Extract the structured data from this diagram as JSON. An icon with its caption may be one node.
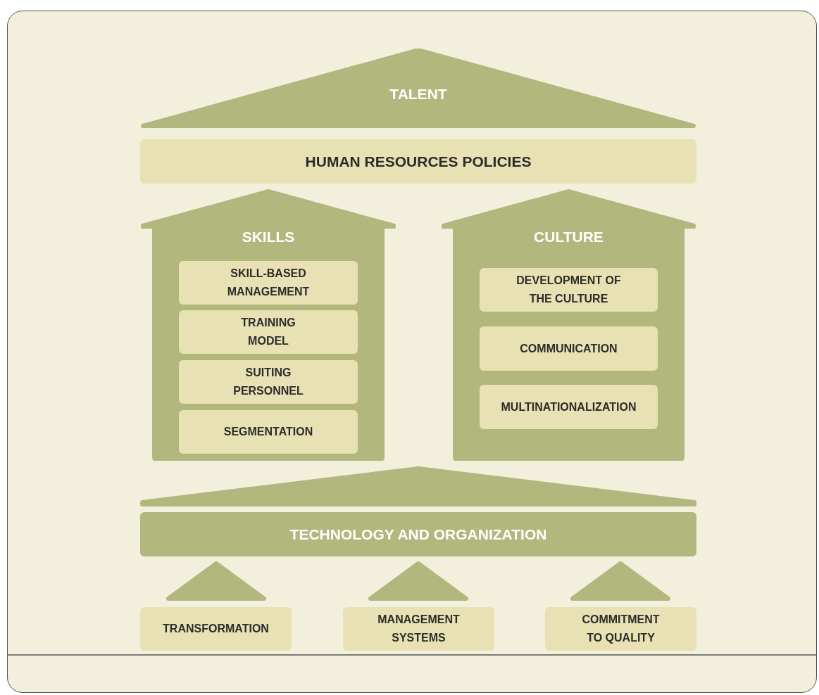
{
  "diagram": {
    "nodes": [
      {
        "text": [
          "TALENT"
        ]
      },
      {
        "text": [
          "HUMAN RESOURCES POLICIES"
        ]
      },
      {
        "text": [
          "SKILLS"
        ]
      },
      {
        "text": [
          "SKILL-BASED MANAGEMENT"
        ],
        "in": 2
      },
      {
        "text": [
          "TRAINING MODEL"
        ],
        "in": 2
      },
      {
        "text": [
          "SUITING PERSONNEL"
        ],
        "in": 2
      },
      {
        "text": [
          "SEGMENTATION"
        ],
        "in": 2
      },
      {
        "text": [
          "CULTURE"
        ]
      },
      {
        "text": [
          "DEVELOPMENT OF THE CULTURE"
        ],
        "in": 7
      },
      {
        "text": [
          "COMMUNICATION"
        ],
        "in": 7
      },
      {
        "text": [
          "MULTINATIONALIZATION"
        ],
        "in": 7
      },
      {
        "text": [
          "TECHNOLOGY AND ORGANIZATION"
        ]
      },
      {
        "text": [
          "TRANSFORMATION"
        ]
      },
      {
        "text": [
          "MANAGEMENT SYSTEMS"
        ]
      },
      {
        "text": [
          "COMMITMENT TO QUALITY"
        ]
      }
    ],
    "edges": []
  }
}
